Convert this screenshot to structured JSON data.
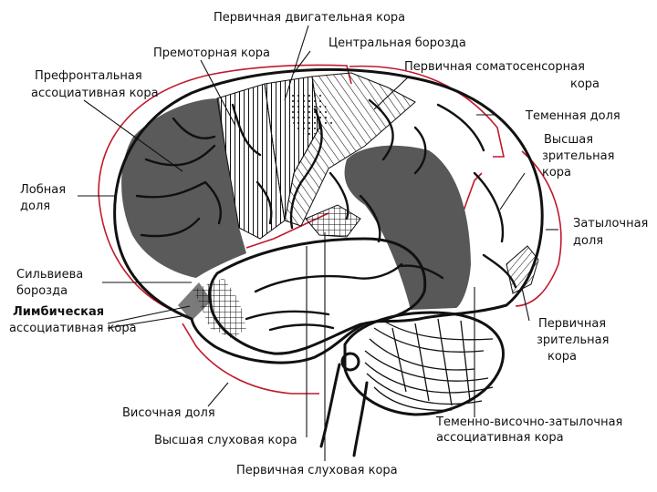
{
  "labels": {
    "primary_motor": "Первичная двигательная кора",
    "premotor": "Премоторная кора",
    "central_sulcus": "Центральная борозда",
    "somatosensory_1": "Первичная соматосенсорная",
    "somatosensory_2": "кора",
    "prefrontal_1": "Префронтальная",
    "prefrontal_2": "ассоциативная кора",
    "parietal_lobe": "Теменная доля",
    "higher_visual_1": "Высшая",
    "higher_visual_2": "зрительная",
    "higher_visual_3": "кора",
    "frontal_1": "Лобная",
    "frontal_2": "доля",
    "occipital_1": "Затылочная",
    "occipital_2": "доля",
    "sylvian_1": "Сильвиева",
    "sylvian_2": "борозда",
    "limbic_1": "Лимбическая",
    "limbic_2": "ассоциативная кора",
    "primary_visual_1": "Первичная",
    "primary_visual_2": "зрительная",
    "primary_visual_3": "кора",
    "temporal_lobe": "Височная доля",
    "tpo_1": "Теменно-височно-затылочная",
    "tpo_2": "ассоциативная кора",
    "higher_auditory": "Высшая слуховая кора",
    "primary_auditory": "Первичная слуховая кора"
  },
  "colors": {
    "ink": "#111111",
    "lobe_boundary": "#c0192c",
    "association_gray": "#555555",
    "background": "#ffffff"
  }
}
